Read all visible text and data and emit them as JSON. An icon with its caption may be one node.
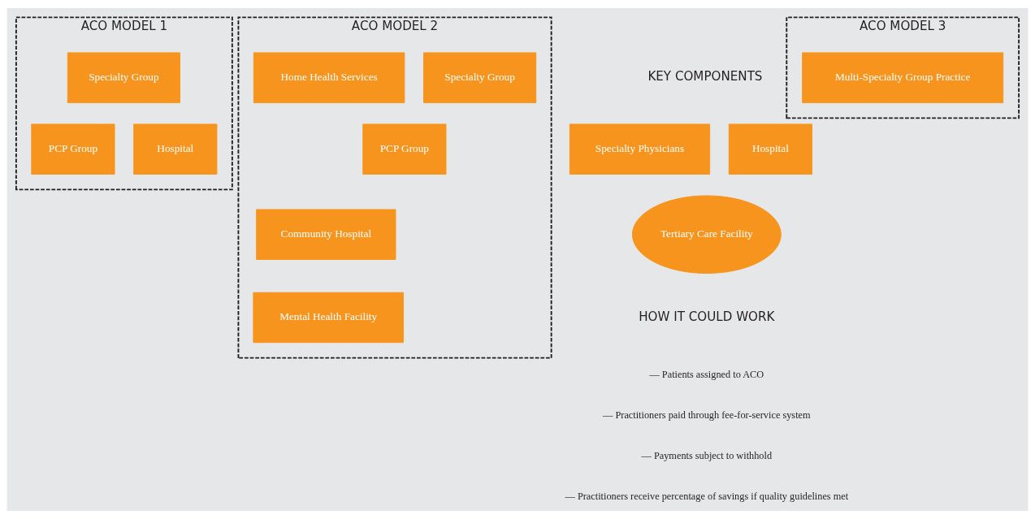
{
  "diagram": {
    "nodes": [
      {
        "text": [
          "ACO MODEL 1"
        ]
      },
      {
        "text": [
          "Specialty Group"
        ],
        "in": 0
      },
      {
        "text": [
          "PCP Group"
        ],
        "in": 0
      },
      {
        "text": [
          "Hospital"
        ],
        "in": 0
      },
      {
        "text": [
          "Specialty Physicians"
        ]
      },
      {
        "text": [
          "Hospital"
        ]
      },
      {
        "text": [
          "Tertiary Care Facility"
        ]
      },
      {
        "text": [
          "ACO MODEL 3"
        ]
      },
      {
        "text": [
          "Multi-Specialty Group Practice"
        ],
        "in": 7
      },
      {
        "text": [
          "ACO MODEL 2"
        ]
      },
      {
        "text": [
          "Community Hospital"
        ],
        "in": 9
      },
      {
        "text": [
          "Specialty Group"
        ],
        "in": 9
      },
      {
        "text": [
          "Home Health Services"
        ],
        "in": 9
      },
      {
        "text": [
          "Mental Health Facility"
        ],
        "in": 9
      },
      {
        "text": [
          "PCP Group"
        ],
        "in": 9
      }
    ],
    "edges": [],
    "labels": [
      "KEY COMPONENTS",
      "HOW IT COULD WORK",
      "— Patients assigned to ACO",
      "— Practitioners paid through fee-for-service system",
      "— Payments subject to withhold",
      "— Practitioners receive percentage of savings if quality guidelines met"
    ]
  }
}
